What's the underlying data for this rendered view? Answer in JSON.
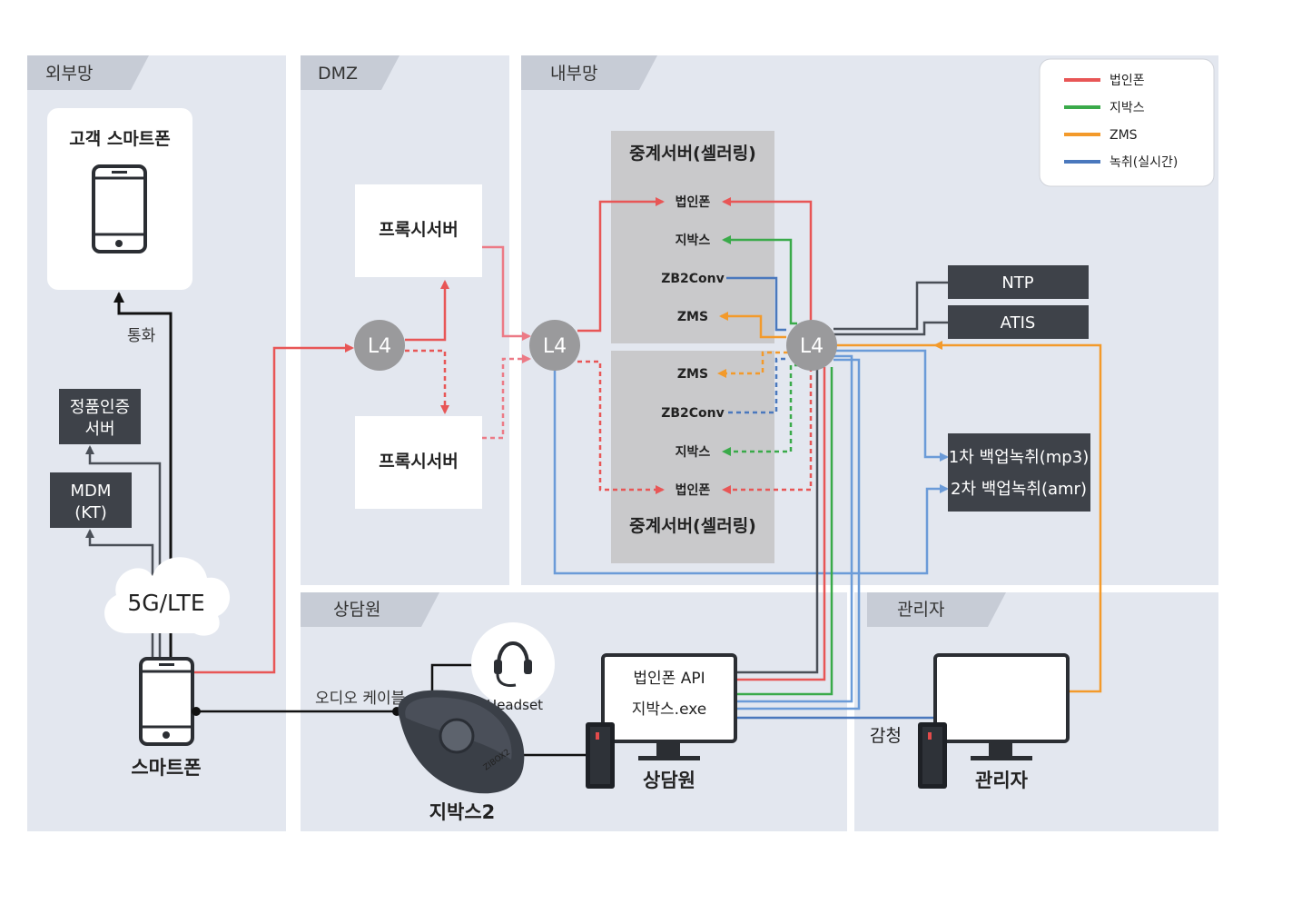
{
  "zones": {
    "external": "외부망",
    "dmz": "DMZ",
    "internal": "내부망",
    "agent": "상담원",
    "admin": "관리자"
  },
  "external": {
    "customer_phone": "고객 스마트폰",
    "call_label": "통화",
    "auth_server_line1": "정품인증",
    "auth_server_line2": "서버",
    "mdm_line1": "MDM",
    "mdm_line2": "(KT)",
    "network": "5G/LTE",
    "smartphone": "스마트폰"
  },
  "dmz": {
    "proxy_top": "프록시서버",
    "proxy_bottom": "프록시서버",
    "l4": "L4"
  },
  "internal": {
    "l4_left": "L4",
    "l4_right": "L4",
    "relay_top": {
      "title": "중계서버(셀러링)",
      "items": [
        "법인폰",
        "지박스",
        "ZB2Conv",
        "ZMS"
      ]
    },
    "relay_bottom": {
      "title": "중계서버(셀러링)",
      "items": [
        "ZMS",
        "ZB2Conv",
        "지박스",
        "법인폰"
      ]
    },
    "ntp": "NTP",
    "atis": "ATIS",
    "backup1": "1차 백업녹취(mp3)",
    "backup2": "2차 백업녹취(amr)"
  },
  "legend": [
    {
      "label": "법인폰",
      "color": "#e85656"
    },
    {
      "label": "지박스",
      "color": "#3aaa4a"
    },
    {
      "label": "ZMS",
      "color": "#f39a2b"
    },
    {
      "label": "녹취(실시간)",
      "color": "#4a78bd"
    }
  ],
  "agent": {
    "audio_cable": "오디오 케이블",
    "headset": "Headset",
    "device": "지박스2",
    "device_brand": "ZIBOX2",
    "screen_line1": "법인폰 API",
    "screen_line2": "지박스.exe",
    "pc_caption": "상담원"
  },
  "admin": {
    "listen": "감청",
    "pc_caption": "관리자"
  }
}
